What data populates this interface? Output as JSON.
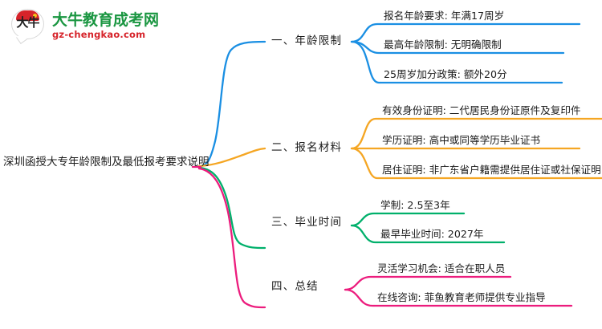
{
  "logo": {
    "mark_glyph": "大牛",
    "title": "大牛教育成考网",
    "subtitle": "gz-chengkao.com",
    "title_color": "#1a9641",
    "subtitle_color": "#d6232a",
    "cap_color": "#d6232a"
  },
  "mindmap": {
    "root": {
      "label": "深圳函授大专年龄限制及最低报考要求说明"
    },
    "branches": [
      {
        "label": "一、年龄限制",
        "color": "#1a8fe3",
        "children": [
          {
            "label": "报名年龄要求: 年满17周岁"
          },
          {
            "label": "最高年龄限制: 无明确限制"
          },
          {
            "label": "25周岁加分政策: 额外20分"
          }
        ]
      },
      {
        "label": "二、报名材料",
        "color": "#f5a623",
        "children": [
          {
            "label": "有效身份证明: 二代居民身份证原件及复印件"
          },
          {
            "label": "学历证明: 高中或同等学历毕业证书"
          },
          {
            "label": "居住证明: 非广东省户籍需提供居住证或社保证明"
          }
        ]
      },
      {
        "label": "三、毕业时间",
        "color": "#00b06b",
        "children": [
          {
            "label": "学制: 2.5至3年"
          },
          {
            "label": "最早毕业时间: 2027年"
          }
        ]
      },
      {
        "label": "四、总结",
        "color": "#ec1c7d",
        "children": [
          {
            "label": "灵活学习机会: 适合在职人员"
          },
          {
            "label": "在线咨询: 菲鱼教育老师提供专业指导"
          }
        ]
      }
    ]
  }
}
